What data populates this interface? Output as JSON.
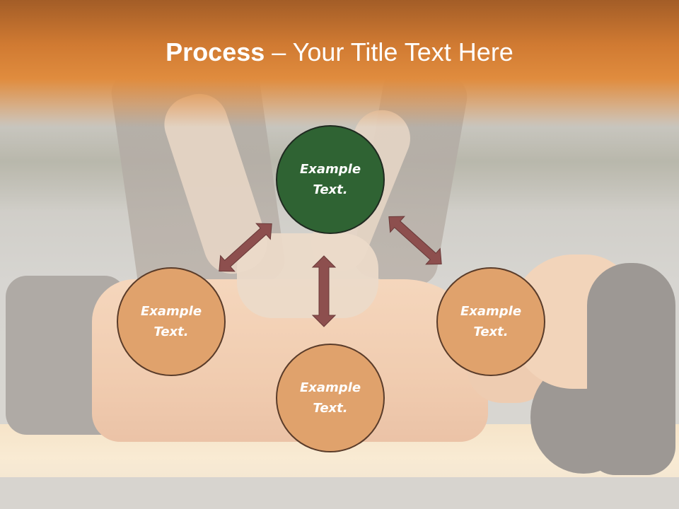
{
  "slide": {
    "title_bold": "Process",
    "title_rest": " – Your Title Text Here"
  },
  "cycle": {
    "nodes": [
      {
        "line1": "Example",
        "line2": "Text."
      },
      {
        "line1": "Example",
        "line2": "Text."
      },
      {
        "line1": "Example",
        "line2": "Text."
      },
      {
        "line1": "Example",
        "line2": "Text."
      }
    ]
  },
  "colors": {
    "banner": "#d07a32",
    "center_node": "#2f6333",
    "outer_node": "#e0a26c",
    "arrow": "#8d4f4e"
  },
  "icons": {
    "arrow": "double-headed-arrow"
  }
}
